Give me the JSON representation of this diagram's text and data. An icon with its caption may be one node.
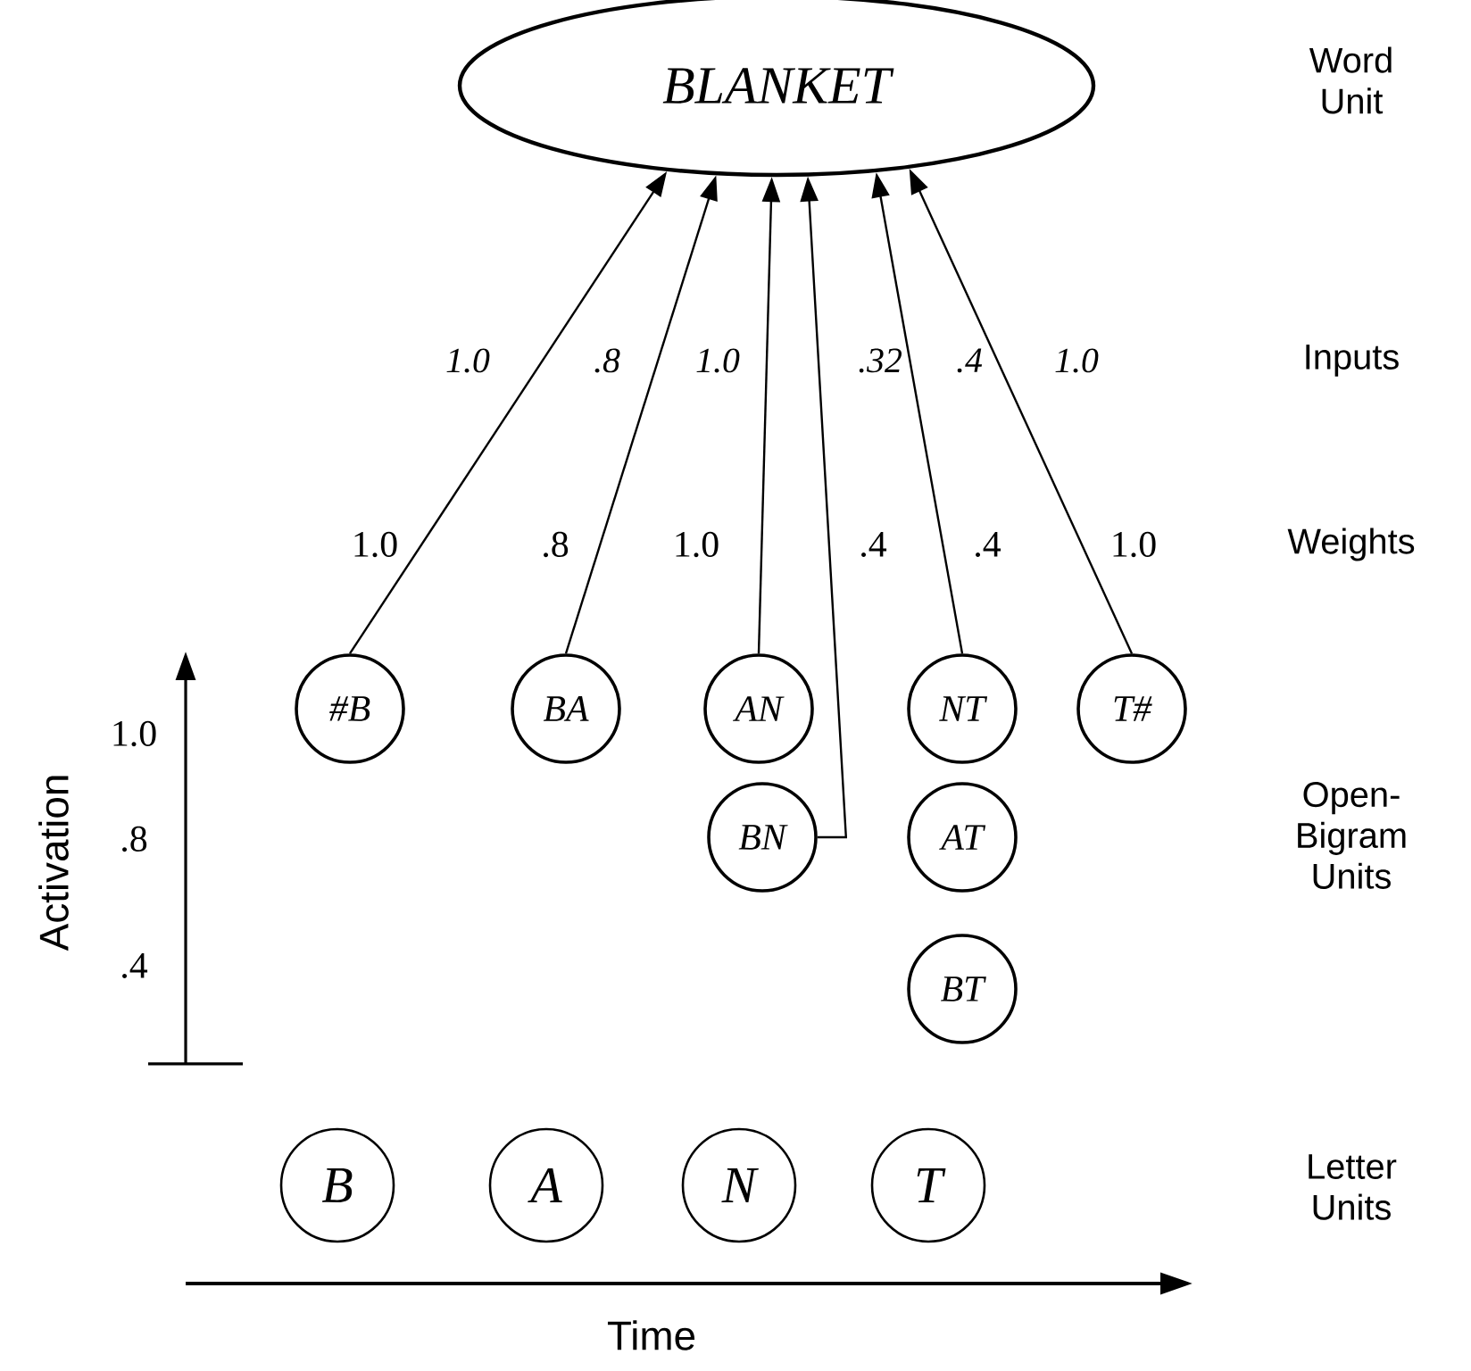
{
  "diagram": {
    "nodes": [
      {
        "text": [
          "BLANKET"
        ]
      },
      {
        "text": [
          "#B"
        ]
      },
      {
        "text": [
          "BA"
        ]
      },
      {
        "text": [
          "AN"
        ]
      },
      {
        "text": [
          "NT"
        ]
      },
      {
        "text": [
          "T#"
        ]
      },
      {
        "text": [
          "BN"
        ]
      },
      {
        "text": [
          "AT"
        ]
      },
      {
        "text": [
          "BT"
        ]
      },
      {
        "text": [
          "B"
        ]
      },
      {
        "text": [
          "A"
        ]
      },
      {
        "text": [
          "N"
        ]
      },
      {
        "text": [
          "T"
        ]
      }
    ],
    "edges": [
      {
        "from": 1,
        "to": 0,
        "arrow": "to"
      },
      {
        "from": 2,
        "to": 0,
        "arrow": "to"
      },
      {
        "from": 3,
        "to": 0,
        "arrow": "to"
      },
      {
        "from": 6,
        "to": 0,
        "arrow": "to"
      },
      {
        "from": 4,
        "to": 0,
        "arrow": "to"
      },
      {
        "from": 5,
        "to": 0,
        "arrow": "to"
      }
    ],
    "labels": [
      "Word Unit",
      "1.0",
      ".8",
      "1.0",
      ".32",
      ".4",
      "1.0",
      "Inputs",
      "1.0",
      ".8",
      "1.0",
      ".4",
      ".4",
      "1.0",
      "Weights",
      "1.0",
      "Open- Bigram Units",
      ".8",
      ".4",
      "Activation",
      "Letter Units",
      "Time"
    ]
  }
}
